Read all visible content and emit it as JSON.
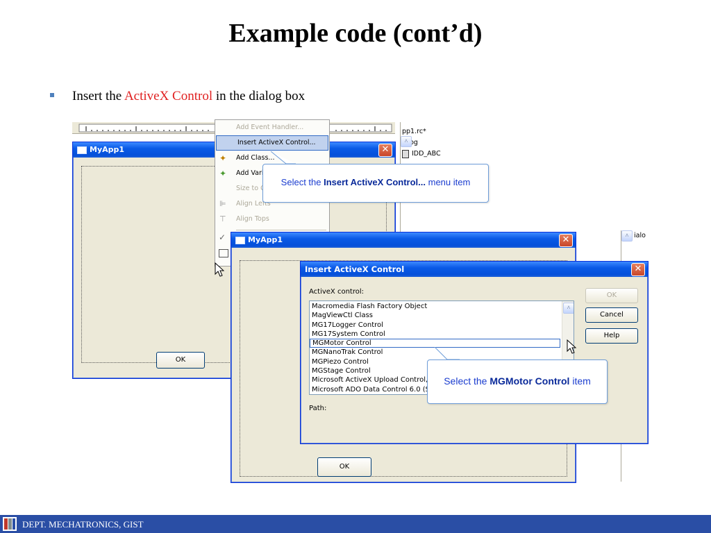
{
  "slide": {
    "title": "Example code (cont’d)",
    "bullet_before": "Insert the ",
    "bullet_highlight": "ActiveX Control",
    "bullet_after": " in the dialog box"
  },
  "back_window": {
    "title": "MyApp1",
    "ok_label": "OK",
    "tree_items": [
      "pp1.rc*",
      "ialog",
      "IDD_ABC"
    ]
  },
  "context_menu": {
    "items": [
      {
        "label": "Add Event Handler...",
        "state": "disabled"
      },
      {
        "label": "Insert ActiveX Control...",
        "state": "selected"
      },
      {
        "label": "Add Class...",
        "state": "normal"
      },
      {
        "label": "Add Vari",
        "state": "normal"
      },
      {
        "label": "Size to C",
        "state": "disabled"
      },
      {
        "label": "Align Lefts",
        "state": "disabled"
      },
      {
        "label": "Align Tops",
        "state": "disabled"
      }
    ]
  },
  "callout_menu": {
    "prefix": "Select the ",
    "bold": "Insert ActiveX Control...",
    "suffix": " menu item"
  },
  "front_window": {
    "title": "MyApp1",
    "ok_label": "OK",
    "side_tree": [
      "ialo"
    ]
  },
  "activex_dialog": {
    "title": "Insert ActiveX Control",
    "list_label": "ActiveX control:",
    "items": [
      "Macromedia Flash Factory Object",
      "MagViewCtl Class",
      "MG17Logger Control",
      "MG17System Control",
      "MGMotor Control",
      "MGNanoTrak Control",
      "MGPiezo Control",
      "MGStage Control",
      "Microsoft ActiveX Upload Control,",
      "Microsoft ADO Data Control 6.0 (S"
    ],
    "selected_index": 4,
    "path_label": "Path:",
    "ok_label": "OK",
    "cancel_label": "Cancel",
    "help_label": "Help"
  },
  "callout_item": {
    "prefix": "Select the ",
    "bold": "MGMotor Control",
    "suffix": " item"
  },
  "footer": {
    "text": "DEPT. MECHATRONICS, GIST"
  },
  "colors": {
    "highlight": "#e02020",
    "footer_bg": "#2a4ea5",
    "xp_title": "#0a5ae6",
    "callout_text": "#1a3ccf"
  }
}
